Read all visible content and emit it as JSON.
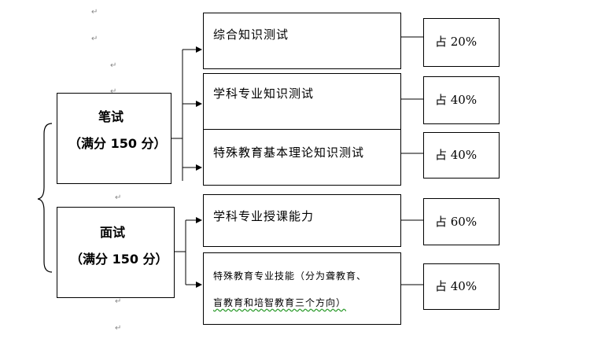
{
  "left": {
    "written": {
      "title": "笔试",
      "subtitle": "（满分 150 分）"
    },
    "interview": {
      "title": "面试",
      "subtitle": "（满分 150 分）"
    }
  },
  "items": [
    {
      "label": "综合知识测试",
      "percent": "占 20%"
    },
    {
      "label": "学科专业知识测试",
      "percent": "占 40%"
    },
    {
      "label": "特殊教育基本理论知识测试",
      "percent": "占 40%"
    },
    {
      "label": "学科专业授课能力",
      "percent": "占 60%"
    },
    {
      "label_line1": "特殊教育专业技能（分为聋教育、",
      "label_line2": "盲教育和培智教育三个方向）",
      "percent": "占 40%"
    }
  ],
  "marks": {
    "paragraph": "↵"
  }
}
